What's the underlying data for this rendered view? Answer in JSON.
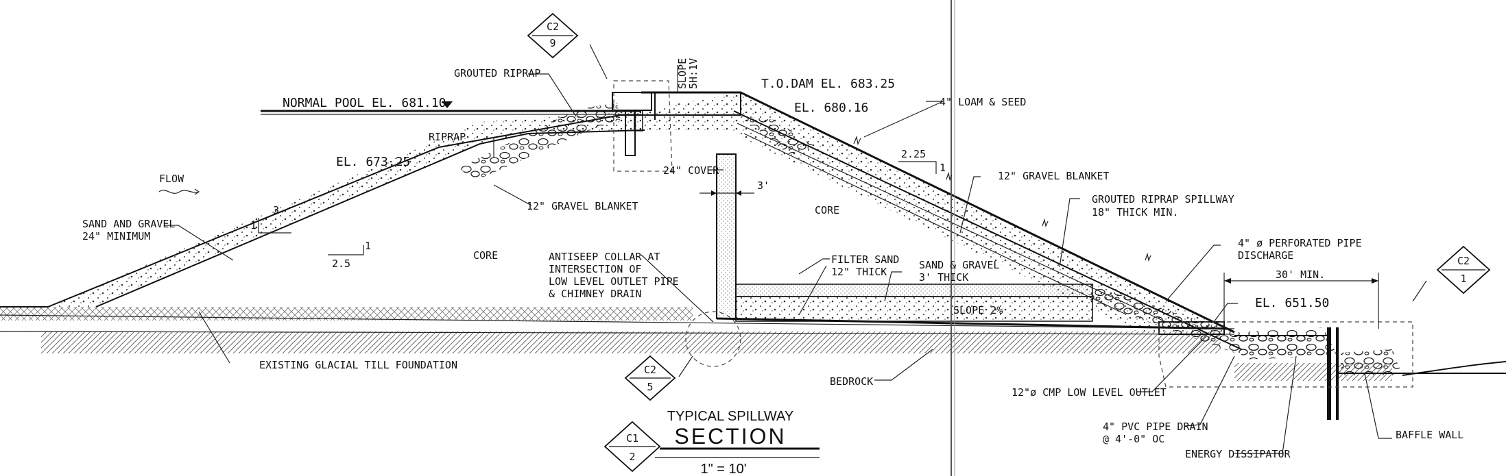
{
  "drawing": {
    "title_line1": "TYPICAL SPILLWAY",
    "title_line2": "SECTION",
    "scale": "1\" = 10'",
    "section_tag": {
      "sheet": "C1",
      "number": "2"
    }
  },
  "detail_tags": [
    {
      "sheet": "C2",
      "number": "9"
    },
    {
      "sheet": "C2",
      "number": "5"
    },
    {
      "sheet": "C2",
      "number": "1"
    }
  ],
  "labels": {
    "normal_pool": "NORMAL POOL EL. 681.10",
    "grouted_riprap": "GROUTED RIPRAP",
    "riprap": "RIPRAP",
    "el_673": "EL. 673.25",
    "flow": "FLOW",
    "sand_gravel_min_1": "SAND AND GRAVEL",
    "sand_gravel_min_2": "24\" MINIMUM",
    "core_left": "CORE",
    "core_right": "CORE",
    "gravel_blanket_left": "12\" GRAVEL BLANKET",
    "gravel_blanket_right": "12\" GRAVEL BLANKET",
    "cover": "24\" COVER",
    "width_3ft": "3'",
    "slope_1": "SLOPE",
    "slope_2": "5H:1V",
    "todam": "T.O.DAM EL. 683.25",
    "el_680": "EL. 680.16",
    "loam_seed": "4\" LOAM & SEED",
    "antiseep_1": "ANTISEEP COLLAR AT",
    "antiseep_2": "INTERSECTION OF",
    "antiseep_3": "LOW LEVEL OUTLET PIPE",
    "antiseep_4": "& CHIMNEY DRAIN",
    "filter_sand_1": "FILTER SAND",
    "filter_sand_2": "12\" THICK",
    "sand_gravel_3_1": "SAND & GRAVEL",
    "sand_gravel_3_2": "3' THICK",
    "slope_2pct": "SLOPE 2%",
    "grouted_spillway_1": "GROUTED RIPRAP SPILLWAY",
    "grouted_spillway_2": "18\" THICK MIN.",
    "perf_pipe_1": "4\" ø PERFORATED PIPE",
    "perf_pipe_2": "DISCHARGE",
    "thirty_min": "30' MIN.",
    "el_651": "EL. 651.50",
    "glacial_till": "EXISTING GLACIAL TILL FOUNDATION",
    "bedrock": "BEDROCK",
    "cmp_outlet": "12\"ø CMP LOW LEVEL OUTLET",
    "pvc_drain_1": "4\" PVC PIPE DRAIN",
    "pvc_drain_2": "@ 4'-0\" OC",
    "energy_dissipator": "ENERGY DISSIPATOR",
    "baffle_wall": "BAFFLE WALL",
    "slope_left_h": "3",
    "slope_left_v": "1",
    "slope_left_h2": "2.5",
    "slope_left_v2": "1",
    "slope_right_h": "2.25",
    "slope_right_v": "1"
  }
}
